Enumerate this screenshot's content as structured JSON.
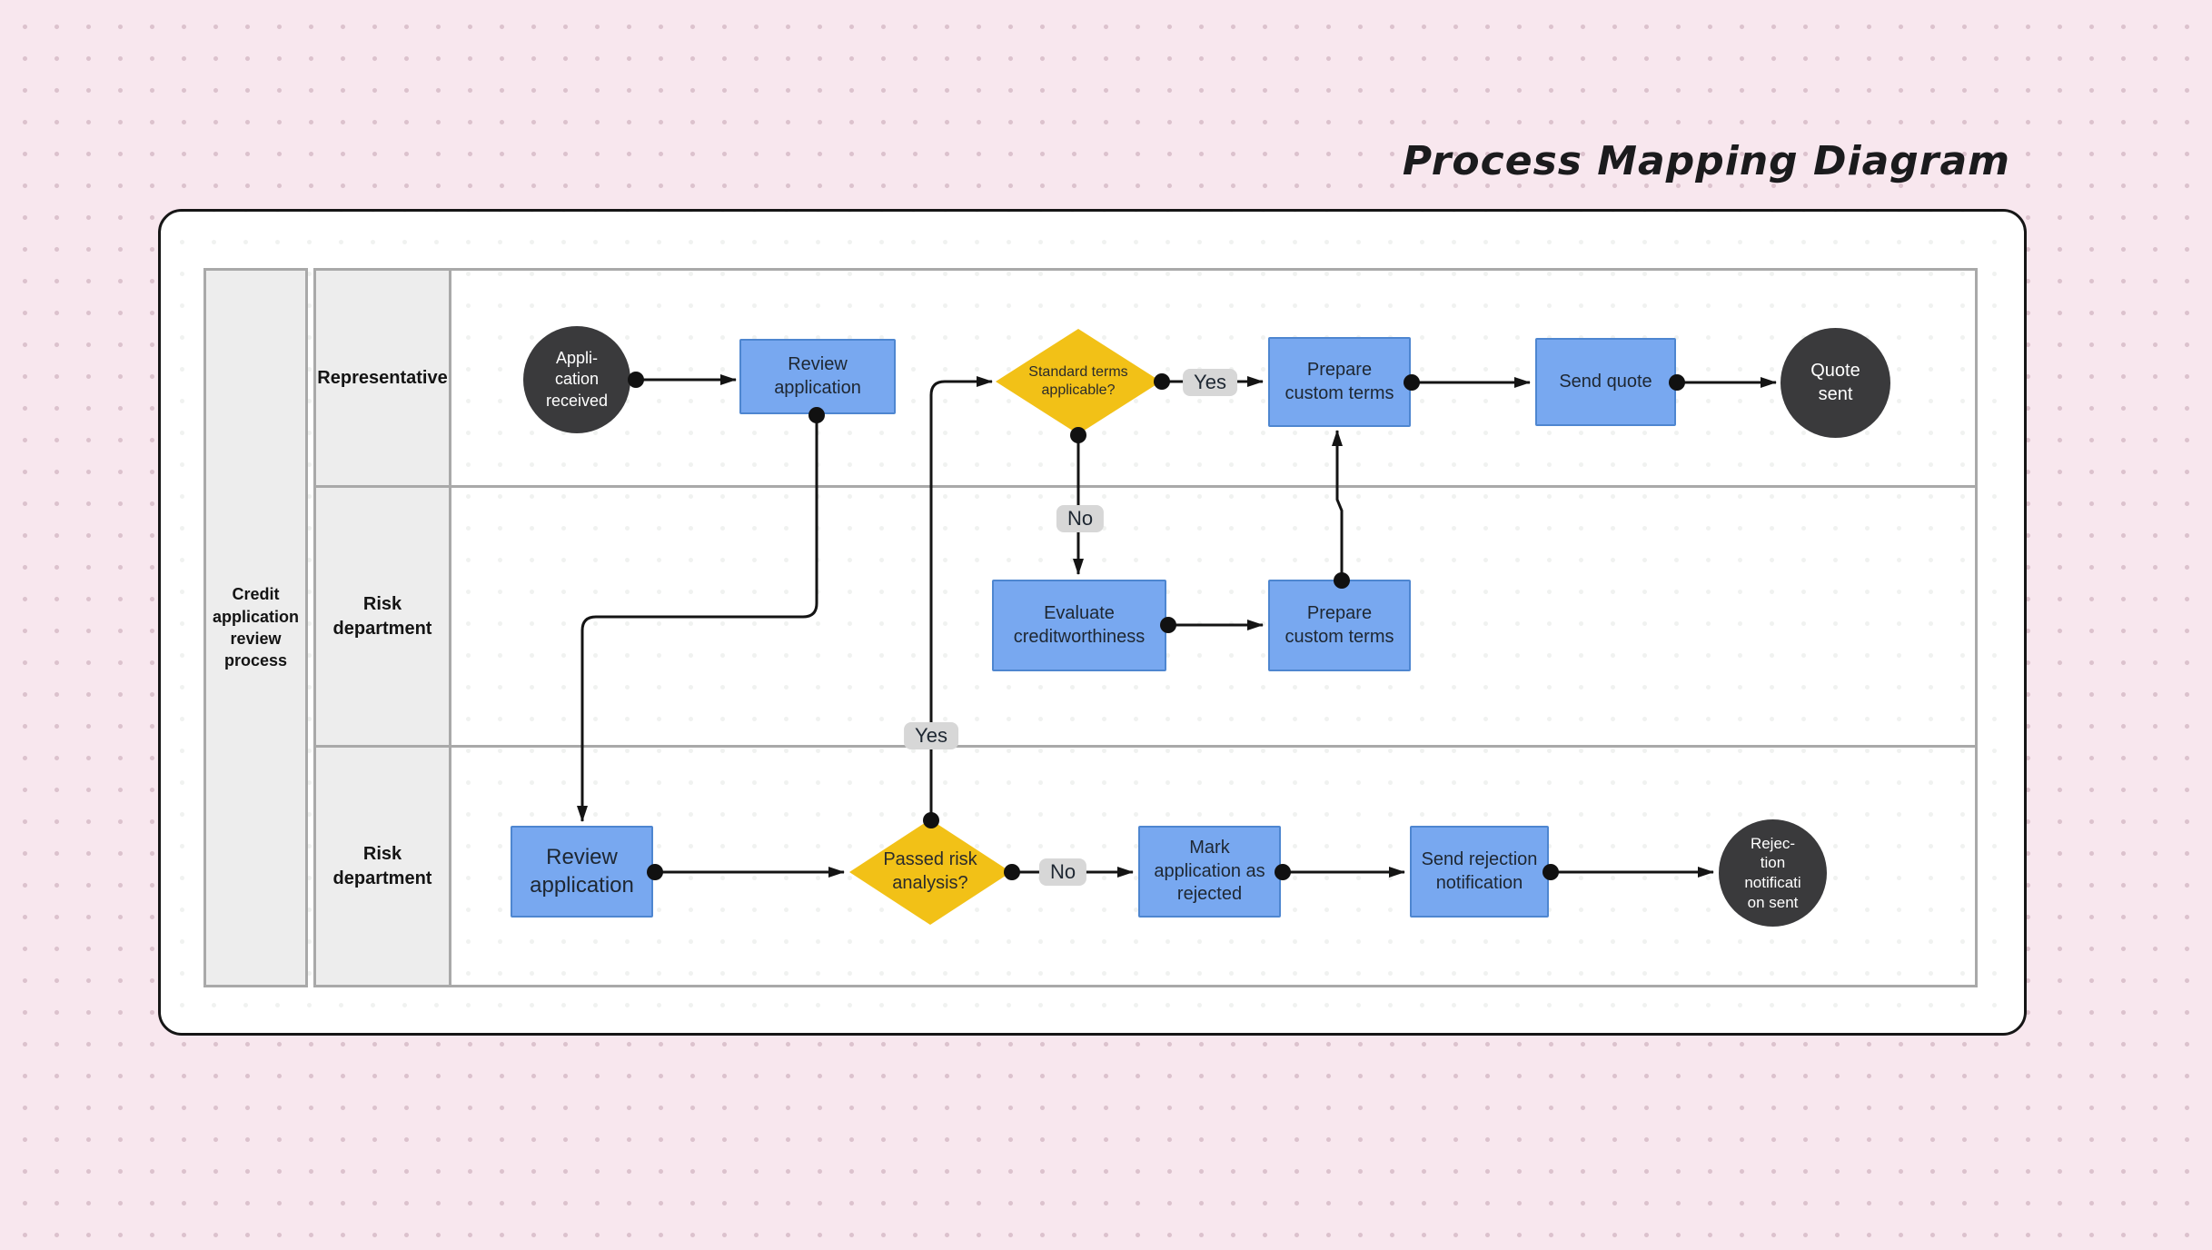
{
  "title": "Process Mapping Diagram",
  "swimlane": {
    "process_label": "Credit application review process",
    "lane_labels": [
      "Representative",
      "Risk department",
      "Risk department"
    ]
  },
  "nodes": {
    "application_received": "Appli-\ncation\nreceived",
    "review_application_rep": "Review application",
    "standard_terms_applicable": "Standard terms applicable?",
    "prepare_custom_terms_rep": "Prepare custom terms",
    "send_quote": "Send quote",
    "quote_sent": "Quote\nsent",
    "evaluate_creditworthiness": "Evaluate creditworthiness",
    "prepare_custom_terms_risk": "Prepare custom terms",
    "review_application_risk": "Review application",
    "passed_risk_analysis": "Passed risk analysis?",
    "mark_application_rejected": "Mark application as rejected",
    "send_rejection_notification": "Send rejection notification",
    "rejection_notification_sent": "Rejec-\ntion\nnotificati\non sent"
  },
  "edge_labels": {
    "standard_terms_yes": "Yes",
    "standard_terms_no": "No",
    "passed_risk_yes": "Yes",
    "passed_risk_no": "No"
  },
  "colors": {
    "page_background": "#f8e7ee",
    "background_dots": "#dcc2cd",
    "canvas_fill": "#ffffff",
    "canvas_border": "#161616",
    "task_fill": "#78a8f0",
    "task_border": "#4e86d0",
    "decision_fill": "#f2c117",
    "terminal_fill": "#3a3a3c",
    "terminal_text": "#ffffff",
    "lane_header_fill": "#ededed",
    "grid_line": "#a9a9a9",
    "connector": "#141414",
    "edge_label_pill": "#d7d7d7"
  }
}
